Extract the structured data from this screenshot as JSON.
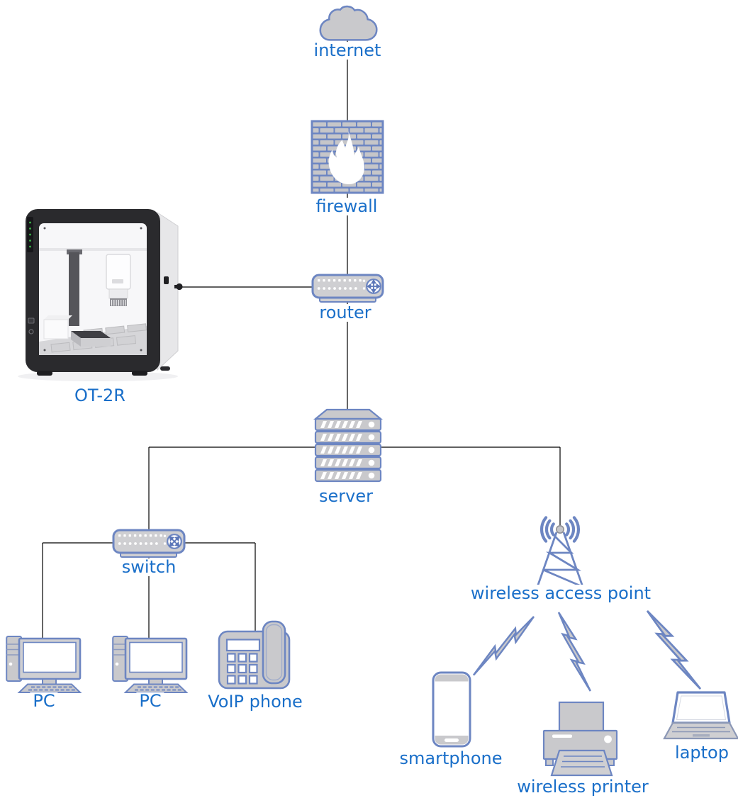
{
  "nodes": {
    "internet": {
      "label": "internet"
    },
    "firewall": {
      "label": "firewall"
    },
    "router": {
      "label": "router"
    },
    "ot2r": {
      "label": "OT-2R"
    },
    "server": {
      "label": "server"
    },
    "switch": {
      "label": "switch"
    },
    "wap": {
      "label": "wireless access point"
    },
    "pc1": {
      "label": "PC"
    },
    "pc2": {
      "label": "PC"
    },
    "voip": {
      "label": "VoIP phone"
    },
    "smartphone": {
      "label": "smartphone"
    },
    "printer": {
      "label": "wireless printer"
    },
    "laptop": {
      "label": "laptop"
    }
  },
  "edges": [
    {
      "from": "internet",
      "to": "firewall",
      "type": "wired"
    },
    {
      "from": "firewall",
      "to": "router",
      "type": "wired"
    },
    {
      "from": "ot2r",
      "to": "router",
      "type": "wired"
    },
    {
      "from": "router",
      "to": "server",
      "type": "wired"
    },
    {
      "from": "server",
      "to": "switch",
      "type": "wired"
    },
    {
      "from": "server",
      "to": "wap",
      "type": "wired"
    },
    {
      "from": "switch",
      "to": "pc1",
      "type": "wired"
    },
    {
      "from": "switch",
      "to": "pc2",
      "type": "wired"
    },
    {
      "from": "switch",
      "to": "voip",
      "type": "wired"
    },
    {
      "from": "wap",
      "to": "smartphone",
      "type": "wireless"
    },
    {
      "from": "wap",
      "to": "printer",
      "type": "wireless"
    },
    {
      "from": "wap",
      "to": "laptop",
      "type": "wireless"
    }
  ],
  "colors": {
    "label_text": "#1a6fc9",
    "icon_stroke": "#6d86c2",
    "icon_fill": "#c9c9cc",
    "wired_line": "#000000",
    "firewall_mortar": "#6d86c2",
    "flame": "#ffffff",
    "device_frame": "#2a2a2d",
    "led_green": "#3cb64a"
  }
}
